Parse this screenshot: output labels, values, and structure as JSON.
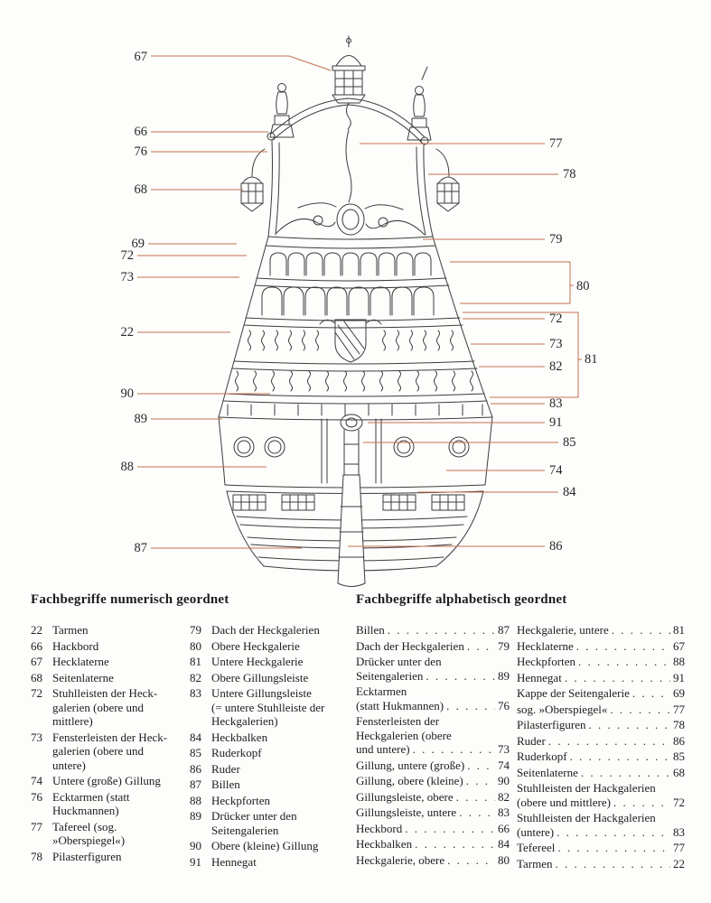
{
  "figure": {
    "description": "Stern view of a 17th-century galleon with numbered callouts",
    "callout_color": "#c2714e",
    "callouts": [
      "67",
      "66",
      "76",
      "68",
      "69",
      "72",
      "73",
      "22",
      "90",
      "89",
      "88",
      "87",
      "77",
      "78",
      "79",
      "80",
      "72",
      "73",
      "82",
      "81",
      "83",
      "91",
      "85",
      "74",
      "84",
      "86"
    ]
  },
  "numeric": {
    "title": "Fachbegriffe numerisch geordnet",
    "col1": [
      {
        "num": "22",
        "lines": [
          "Tarmen"
        ]
      },
      {
        "num": "66",
        "lines": [
          "Hackbord"
        ]
      },
      {
        "num": "67",
        "lines": [
          "Hecklaterne"
        ]
      },
      {
        "num": "68",
        "lines": [
          "Seitenlaterne"
        ]
      },
      {
        "num": "72",
        "lines": [
          "Stuhlleisten der Heck-",
          "galerien (obere und",
          "mittlere)"
        ]
      },
      {
        "num": "73",
        "lines": [
          "Fensterleisten der Heck-",
          "galerien (obere und",
          "untere)"
        ]
      },
      {
        "num": "74",
        "lines": [
          "Untere (große) Gillung"
        ]
      },
      {
        "num": "76",
        "lines": [
          "Ecktarmen (statt",
          "Huckmannen)"
        ]
      },
      {
        "num": "77",
        "lines": [
          "Tafereel (sog.",
          "»Oberspiegel«)"
        ]
      },
      {
        "num": "78",
        "lines": [
          "Pilasterfiguren"
        ]
      }
    ],
    "col2": [
      {
        "num": "79",
        "lines": [
          "Dach der Heckgalerien"
        ]
      },
      {
        "num": "80",
        "lines": [
          "Obere Heckgalerie"
        ]
      },
      {
        "num": "81",
        "lines": [
          "Untere Heckgalerie"
        ]
      },
      {
        "num": "82",
        "lines": [
          "Obere Gillungsleiste"
        ]
      },
      {
        "num": "83",
        "lines": [
          "Untere Gillungsleiste",
          "(= untere Stuhlleiste der",
          "Heckgalerien)"
        ]
      },
      {
        "num": "84",
        "lines": [
          "Heckbalken"
        ]
      },
      {
        "num": "85",
        "lines": [
          "Ruderkopf"
        ]
      },
      {
        "num": "86",
        "lines": [
          "Ruder"
        ]
      },
      {
        "num": "87",
        "lines": [
          "Billen"
        ]
      },
      {
        "num": "88",
        "lines": [
          "Heckpforten"
        ]
      },
      {
        "num": "89",
        "lines": [
          "Drücker unter den",
          "Seitengalerien"
        ]
      },
      {
        "num": "90",
        "lines": [
          "Obere (kleine) Gillung"
        ]
      },
      {
        "num": "91",
        "lines": [
          "Hennegat"
        ]
      }
    ]
  },
  "alpha": {
    "title": "Fachbegriffe alphabetisch geordnet",
    "col1": [
      {
        "lines": [
          "Billen"
        ],
        "num": "87"
      },
      {
        "lines": [
          "Dach der Heckgalerien"
        ],
        "num": "79"
      },
      {
        "lines": [
          "Drücker unter den",
          "Seitengalerien"
        ],
        "num": "89"
      },
      {
        "lines": [
          "Ecktarmen",
          "(statt Hukmannen)"
        ],
        "num": "76"
      },
      {
        "lines": [
          "Fensterleisten der",
          "Heckgalerien (obere",
          "und untere)"
        ],
        "num": "73"
      },
      {
        "lines": [
          "Gillung, untere (große)"
        ],
        "num": "74"
      },
      {
        "lines": [
          "Gillung, obere (kleine)"
        ],
        "num": "90"
      },
      {
        "lines": [
          "Gillungsleiste, obere"
        ],
        "num": "82"
      },
      {
        "lines": [
          "Gillungsleiste, untere"
        ],
        "num": "83"
      },
      {
        "lines": [
          "Heckbord"
        ],
        "num": "66"
      },
      {
        "lines": [
          "Heckbalken"
        ],
        "num": "84"
      },
      {
        "lines": [
          "Heckgalerie, obere"
        ],
        "num": "80"
      }
    ],
    "col2": [
      {
        "lines": [
          "Heckgalerie, untere"
        ],
        "num": "81"
      },
      {
        "lines": [
          "Hecklaterne"
        ],
        "num": "67"
      },
      {
        "lines": [
          "Heckpforten"
        ],
        "num": "88"
      },
      {
        "lines": [
          "Hennegat"
        ],
        "num": "91"
      },
      {
        "lines": [
          "Kappe der Seitengalerie"
        ],
        "num": "69"
      },
      {
        "lines": [
          "sog. »Oberspiegel«"
        ],
        "num": "77"
      },
      {
        "lines": [
          "Pilasterfiguren"
        ],
        "num": "78"
      },
      {
        "lines": [
          "Ruder"
        ],
        "num": "86"
      },
      {
        "lines": [
          "Ruderkopf"
        ],
        "num": "85"
      },
      {
        "lines": [
          "Seitenlaterne"
        ],
        "num": "68"
      },
      {
        "lines": [
          "Stuhlleisten der Hackgalerien",
          "(obere und mittlere)"
        ],
        "num": "72"
      },
      {
        "lines": [
          "Stuhlleisten der Hackgalerien",
          "(untere)"
        ],
        "num": "83"
      },
      {
        "lines": [
          "Tefereel"
        ],
        "num": "77"
      },
      {
        "lines": [
          "Tarmen"
        ],
        "num": "22"
      }
    ]
  }
}
